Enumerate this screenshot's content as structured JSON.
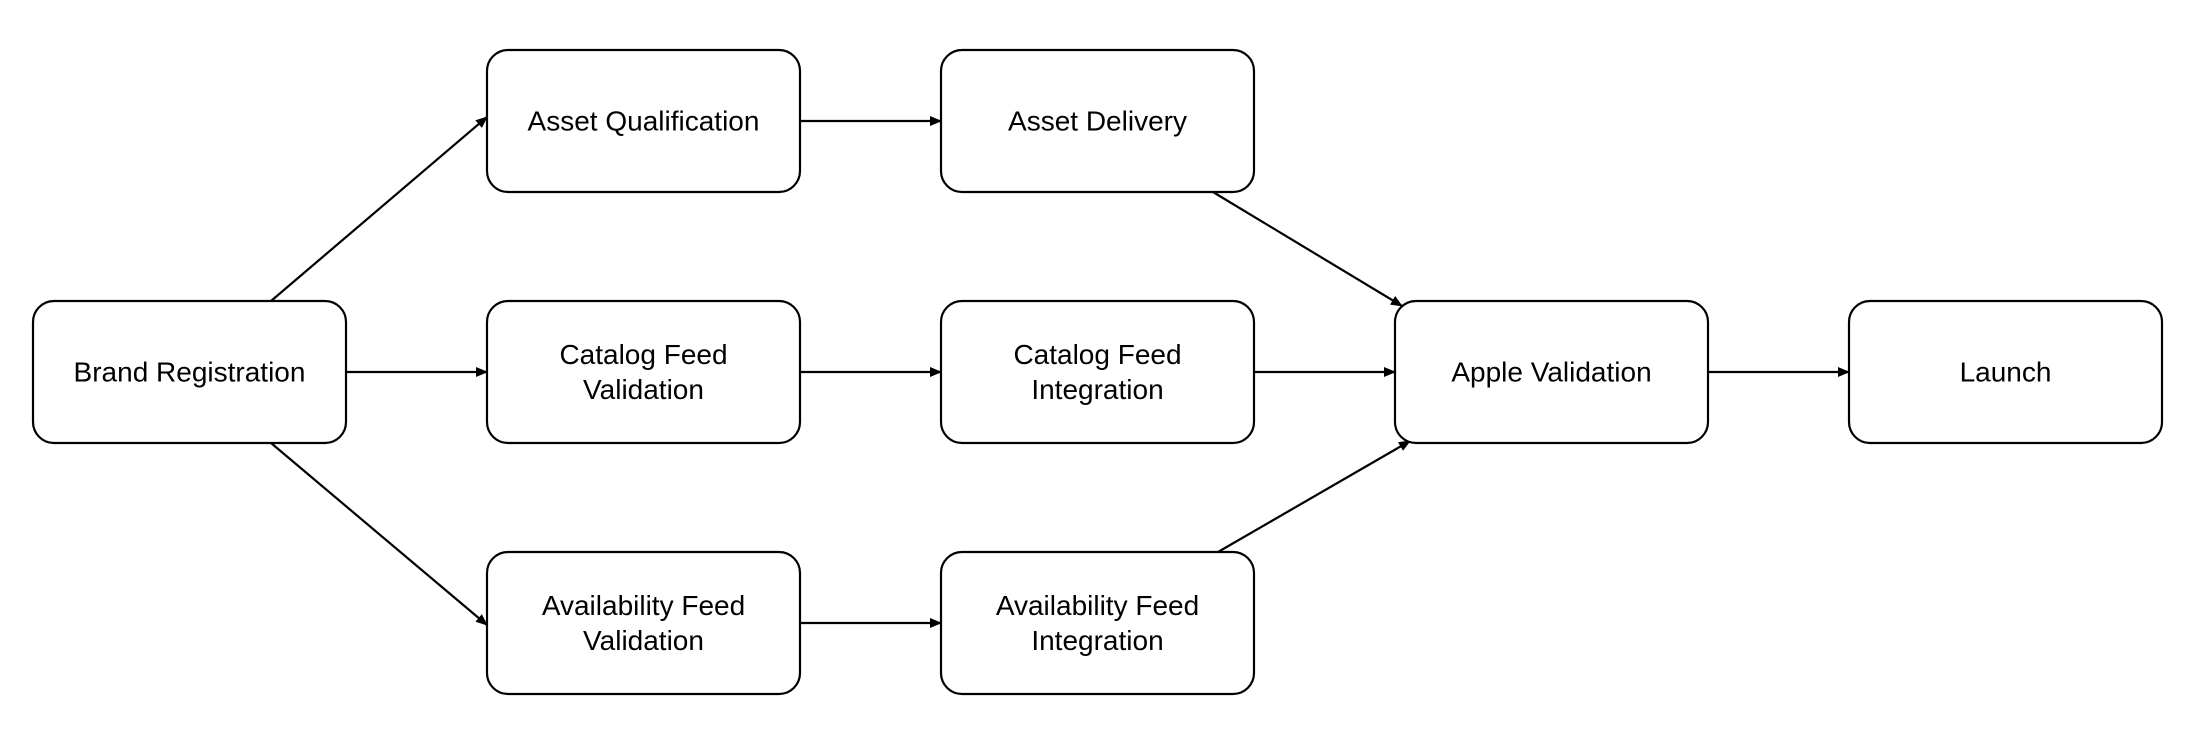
{
  "diagram": {
    "nodes": {
      "brand_registration": {
        "lines": [
          "Brand Registration"
        ]
      },
      "asset_qualification": {
        "lines": [
          "Asset Qualification"
        ]
      },
      "asset_delivery": {
        "lines": [
          "Asset Delivery"
        ]
      },
      "catalog_feed_validation": {
        "lines": [
          "Catalog Feed",
          "Validation"
        ]
      },
      "catalog_feed_integration": {
        "lines": [
          "Catalog Feed",
          "Integration"
        ]
      },
      "availability_feed_validation": {
        "lines": [
          "Availability Feed",
          "Validation"
        ]
      },
      "availability_feed_integration": {
        "lines": [
          "Availability Feed",
          "Integration"
        ]
      },
      "apple_validation": {
        "lines": [
          "Apple Validation"
        ]
      },
      "launch": {
        "lines": [
          "Launch"
        ]
      }
    },
    "edges": [
      {
        "from": "brand_registration",
        "to": "asset_qualification"
      },
      {
        "from": "brand_registration",
        "to": "catalog_feed_validation"
      },
      {
        "from": "brand_registration",
        "to": "availability_feed_validation"
      },
      {
        "from": "asset_qualification",
        "to": "asset_delivery"
      },
      {
        "from": "catalog_feed_validation",
        "to": "catalog_feed_integration"
      },
      {
        "from": "availability_feed_validation",
        "to": "availability_feed_integration"
      },
      {
        "from": "asset_delivery",
        "to": "apple_validation"
      },
      {
        "from": "catalog_feed_integration",
        "to": "apple_validation"
      },
      {
        "from": "availability_feed_integration",
        "to": "apple_validation"
      },
      {
        "from": "apple_validation",
        "to": "launch"
      }
    ]
  }
}
